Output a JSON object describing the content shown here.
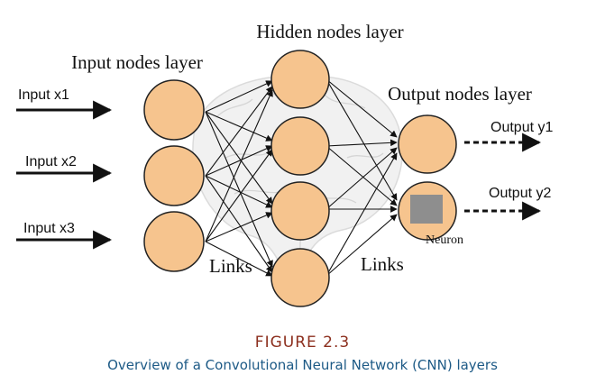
{
  "diagram": {
    "layer_titles": {
      "input": "Input nodes layer",
      "hidden": "Hidden nodes layer",
      "output": "Output nodes layer"
    },
    "inputs": [
      "Input x1",
      "Input x2",
      "Input x3"
    ],
    "outputs": [
      "Output y1",
      "Output y2"
    ],
    "links_label": "Links",
    "neuron_label": "Neuron"
  },
  "caption": {
    "figure": "FIGURE 2.3",
    "text": "Overview of a Convolutional Neural Network (CNN) layers"
  },
  "colors": {
    "node_fill": "#f6c48e",
    "node_stroke": "#222222",
    "neuron_box": "#8e8e8e",
    "figure_label": "#8c2f1e",
    "caption_text": "#1d5a86"
  }
}
